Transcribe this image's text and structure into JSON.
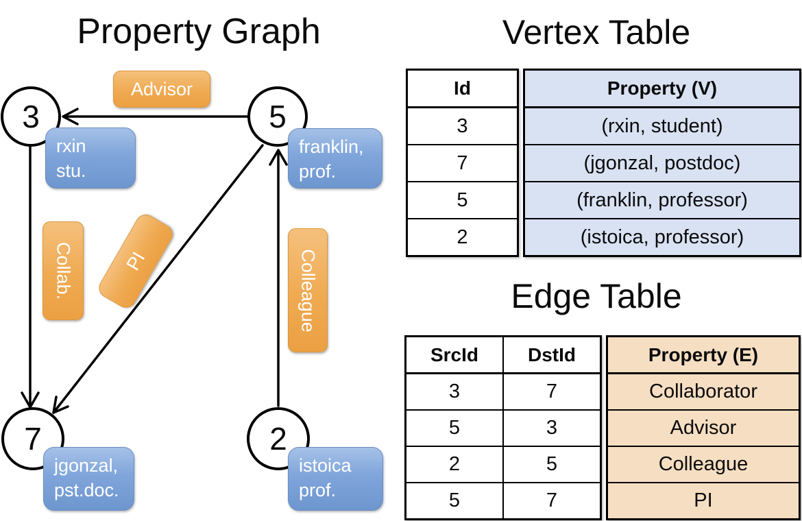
{
  "graph": {
    "title": "Property Graph",
    "nodes": [
      {
        "id": "3",
        "label_lines": [
          "rxin",
          "stu."
        ]
      },
      {
        "id": "5",
        "label_lines": [
          "franklin,",
          "prof."
        ]
      },
      {
        "id": "7",
        "label_lines": [
          "jgonzal,",
          "pst.doc."
        ]
      },
      {
        "id": "2",
        "label_lines": [
          "istoica",
          "prof."
        ]
      }
    ],
    "edges": [
      {
        "src": "5",
        "dst": "3",
        "label": "Advisor"
      },
      {
        "src": "3",
        "dst": "7",
        "label": "Collab."
      },
      {
        "src": "5",
        "dst": "7",
        "label": "PI"
      },
      {
        "src": "2",
        "dst": "5",
        "label": "Colleague"
      }
    ]
  },
  "vertex_table": {
    "title": "Vertex Table",
    "columns": [
      "Id",
      "Property (V)"
    ],
    "rows": [
      [
        "3",
        "(rxin, student)"
      ],
      [
        "7",
        "(jgonzal, postdoc)"
      ],
      [
        "5",
        "(franklin, professor)"
      ],
      [
        "2",
        "(istoica, professor)"
      ]
    ]
  },
  "edge_table": {
    "title": "Edge Table",
    "columns": [
      "SrcId",
      "DstId",
      "Property (E)"
    ],
    "rows": [
      [
        "3",
        "7",
        "Collaborator"
      ],
      [
        "5",
        "3",
        "Advisor"
      ],
      [
        "2",
        "5",
        "Colleague"
      ],
      [
        "5",
        "7",
        "PI"
      ]
    ]
  },
  "colors": {
    "edge_label_orange": "#efaa52",
    "vertex_label_blue": "#7fa5db",
    "vertex_property_cell": "#d9e2f3",
    "edge_property_cell": "#f6dec2",
    "line_black": "#000000"
  }
}
